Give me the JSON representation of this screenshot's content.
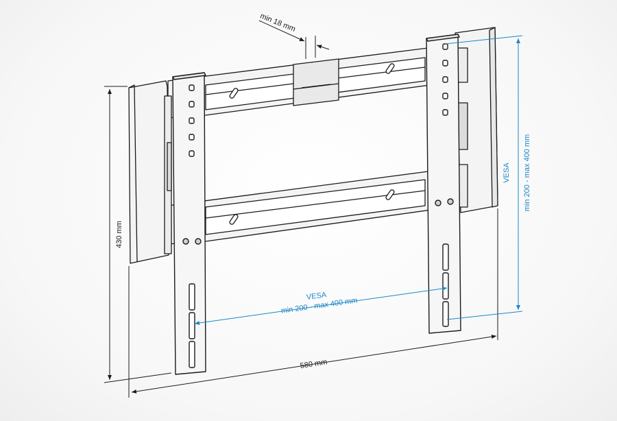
{
  "dimensions": {
    "min_depth": "min 18 mm",
    "height": "430 mm",
    "width": "580 mm"
  },
  "vesa_horizontal": {
    "title": "VESA",
    "range": "min 200 - max 400 mm"
  },
  "vesa_vertical": {
    "title": "VESA",
    "range": "min 200 - max 400 mm"
  },
  "colors": {
    "line": "#1a1a1a",
    "vesa": "#1a86c8",
    "panel_fill": "#f4f4f4"
  }
}
